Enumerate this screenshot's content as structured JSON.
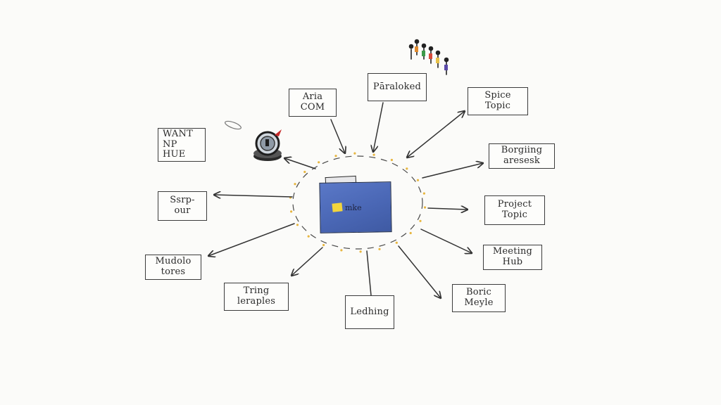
{
  "center": {
    "label": "mke",
    "icon": "folder-icon"
  },
  "nodes": {
    "aria_com": "Aria COM",
    "paraloked": "Pāraloked",
    "spice_topic": "Spice Topic",
    "want_hue": "WANT NP\nHUE",
    "borging": "Borgiing aresesk",
    "sspour": "Ssrp-our",
    "project_topic": "Project Topic",
    "mudolo_tores": "Mudolo tores",
    "meeting_hub": "Meeting Hub",
    "tring": "Tring leraples",
    "ledhing": "Ledhing",
    "boric_meyle": "Boric Meyle"
  },
  "decorations": {
    "lens": "magnifying-lens-icon",
    "people": "people-group-icon"
  },
  "colors": {
    "folder": "#4a67b5",
    "sticky": "#f2d53c",
    "dots": "#e7b640",
    "ink": "#333333"
  }
}
